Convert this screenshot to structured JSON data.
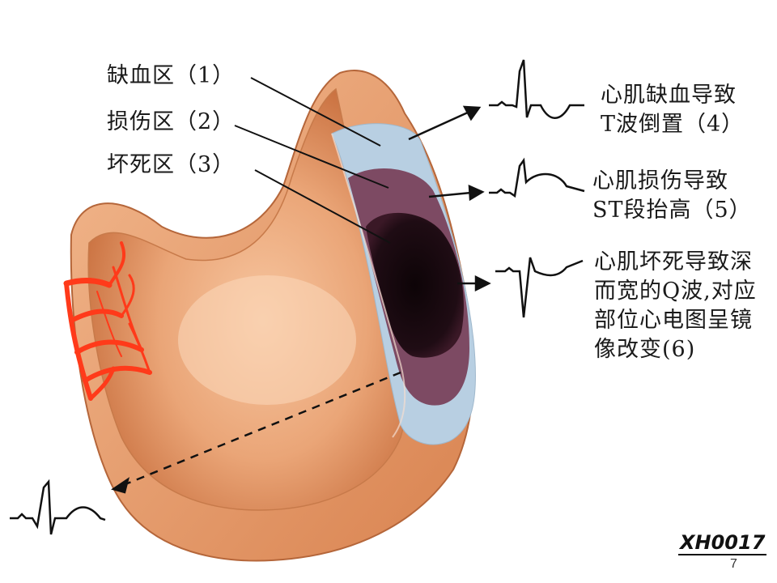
{
  "zones": {
    "ischemia": "缺血区（1）",
    "injury": "损伤区（2）",
    "necrosis": "坏死区（3）"
  },
  "descriptions": {
    "ischemia_line1": "心肌缺血导致",
    "ischemia_line2": "T波倒置（4）",
    "injury_line1": "心肌损伤导致",
    "injury_line2": "ST段抬高（5）",
    "necrosis_line1": "心肌坏死导致深",
    "necrosis_line2": "而宽的Q波,对应",
    "necrosis_line3": "部位心电图呈镜",
    "necrosis_line4": "像改变(6)"
  },
  "figure_code": "XH0017",
  "page_number": "7",
  "colors": {
    "myocardium": "#e8a070",
    "ischemia_zone": "#b8cfe2",
    "injury_zone": "#7d4a63",
    "necrosis_zone": "#1a0a10",
    "vessels": "#ff3a1a"
  }
}
